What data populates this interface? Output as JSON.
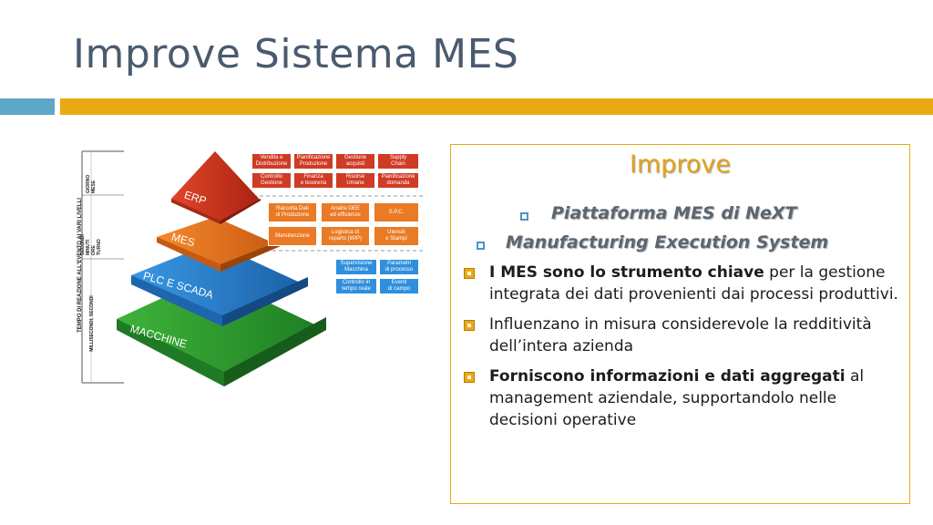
{
  "slide": {
    "title": "Improve Sistema MES",
    "accent_colors": {
      "blue": "#5fa7c7",
      "gold": "#eaa913"
    }
  },
  "pyramid": {
    "axis_title": "TEMPO DI REAZIONE ALL'EVENTO AI VARI LIVELLI",
    "time_scales": {
      "top": "GIORNO\nMESE",
      "middle": "SECONDI\nMINUTI\nORE\nTURNO",
      "bottom": "MILLISECONDI, SECONDI"
    },
    "levels": [
      "ERP",
      "MES",
      "PLC E SCADA",
      "MACCHINE"
    ],
    "erp_boxes": [
      "Vendita e\nDistribuzione",
      "Pianificazione\nProduzione",
      "Gestione\nacquisti",
      "Supply\nChain",
      "Controllo\nGestione",
      "Finanza\ne tesoreria",
      "Risorse\nUmane",
      "Pianificazione\ndomanda"
    ],
    "mes_boxes": [
      "Raccolta Dati\ndi Produzione",
      "Analisi OEE\ned efficienze",
      "S.P.C.",
      "Manutenzione",
      "Logistica di\nreparto (WIP)",
      "Utensili\ne Stampi"
    ],
    "plc_boxes": [
      "Supervisione\nMacchina",
      "Parametri\ndi processo",
      "Controllo in\ntempo reale",
      "Eventi\ndi campo"
    ]
  },
  "panel": {
    "heading": "Improve",
    "sub_items": [
      "Piattaforma MES di NeXT",
      "Manufacturing Execution System"
    ],
    "bullets": [
      {
        "bold": "I MES sono lo strumento chiave",
        "rest": " per la gestione integrata dei dati provenienti dai processi produttivi."
      },
      {
        "bold": "",
        "rest": "Influenzano in misura considerevole la redditività dell’intera azienda"
      },
      {
        "bold": "Forniscono informazioni e dati aggregati",
        "rest": " al management aziendale, supportandolo nelle decisioni operative"
      }
    ]
  }
}
